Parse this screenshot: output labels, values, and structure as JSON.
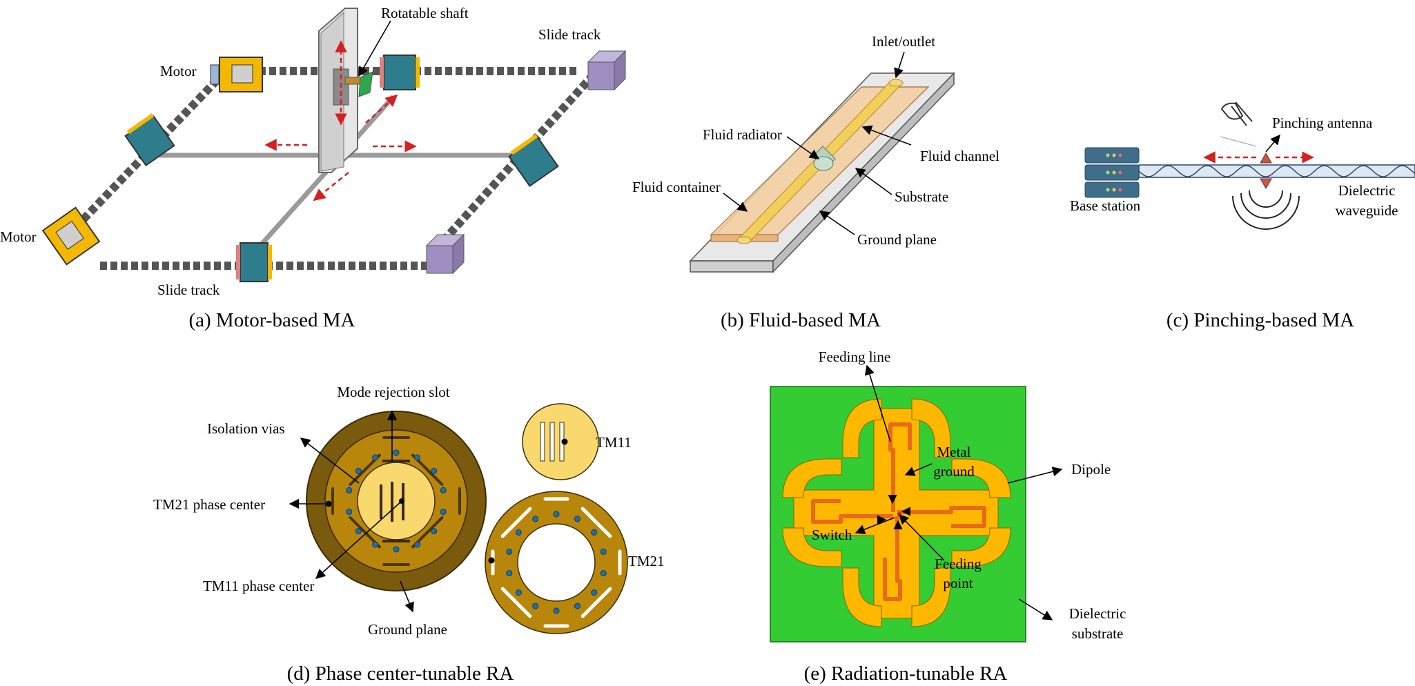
{
  "panels": {
    "a": {
      "caption": "(a) Motor-based MA",
      "labels": {
        "rotatable_shaft": "Rotatable shaft",
        "slide_track_top": "Slide track",
        "motor_top": "Motor",
        "motor_left": "Motor",
        "slide_track_bottom": "Slide track"
      }
    },
    "b": {
      "caption": "(b) Fluid-based MA",
      "labels": {
        "inlet_outlet": "Inlet/outlet",
        "fluid_radiator": "Fluid radiator",
        "fluid_channel": "Fluid channel",
        "fluid_container": "Fluid container",
        "substrate": "Substrate",
        "ground_plane": "Ground plane"
      }
    },
    "c": {
      "caption": "(c) Pinching-based MA",
      "labels": {
        "pinching_antenna": "Pinching antenna",
        "base_station": "Base station",
        "dielectric_line1": "Dielectric",
        "dielectric_line2": "waveguide"
      }
    },
    "d": {
      "caption": "(d) Phase center-tunable RA",
      "labels": {
        "mode_rejection_slot": "Mode rejection slot",
        "isolation_vias": "Isolation vias",
        "tm21_phase_center": "TM21 phase center",
        "tm11_phase_center": "TM11 phase center",
        "ground_plane": "Ground plane",
        "tm11": "TM11",
        "tm21": "TM21"
      }
    },
    "e": {
      "caption": "(e) Radiation-tunable RA",
      "labels": {
        "feeding_line": "Feeding line",
        "metal_line1": "Metal",
        "metal_line2": "ground",
        "dipole": "Dipole",
        "switch": "Switch",
        "feeding_line1": "Feeding",
        "feeding_line2": "point",
        "dielectric_line1": "Dielectric",
        "dielectric_line2": "substrate"
      }
    }
  },
  "colors": {
    "motor_yellow": "#F5B800",
    "motor_teal": "#2E7D8C",
    "track_purple": "#9F8FC0",
    "fluid_orange": "#F4CC9E",
    "patch_gold": "#B8860B",
    "patch_dark": "#7A5A0C",
    "patch_light": "#F9D96E",
    "via_blue": "#1E6FB0",
    "substrate_green": "#33CC33",
    "dipole_gold": "#FFB800",
    "feed_orange": "#E86A1A",
    "arrow_red": "#D42020"
  }
}
